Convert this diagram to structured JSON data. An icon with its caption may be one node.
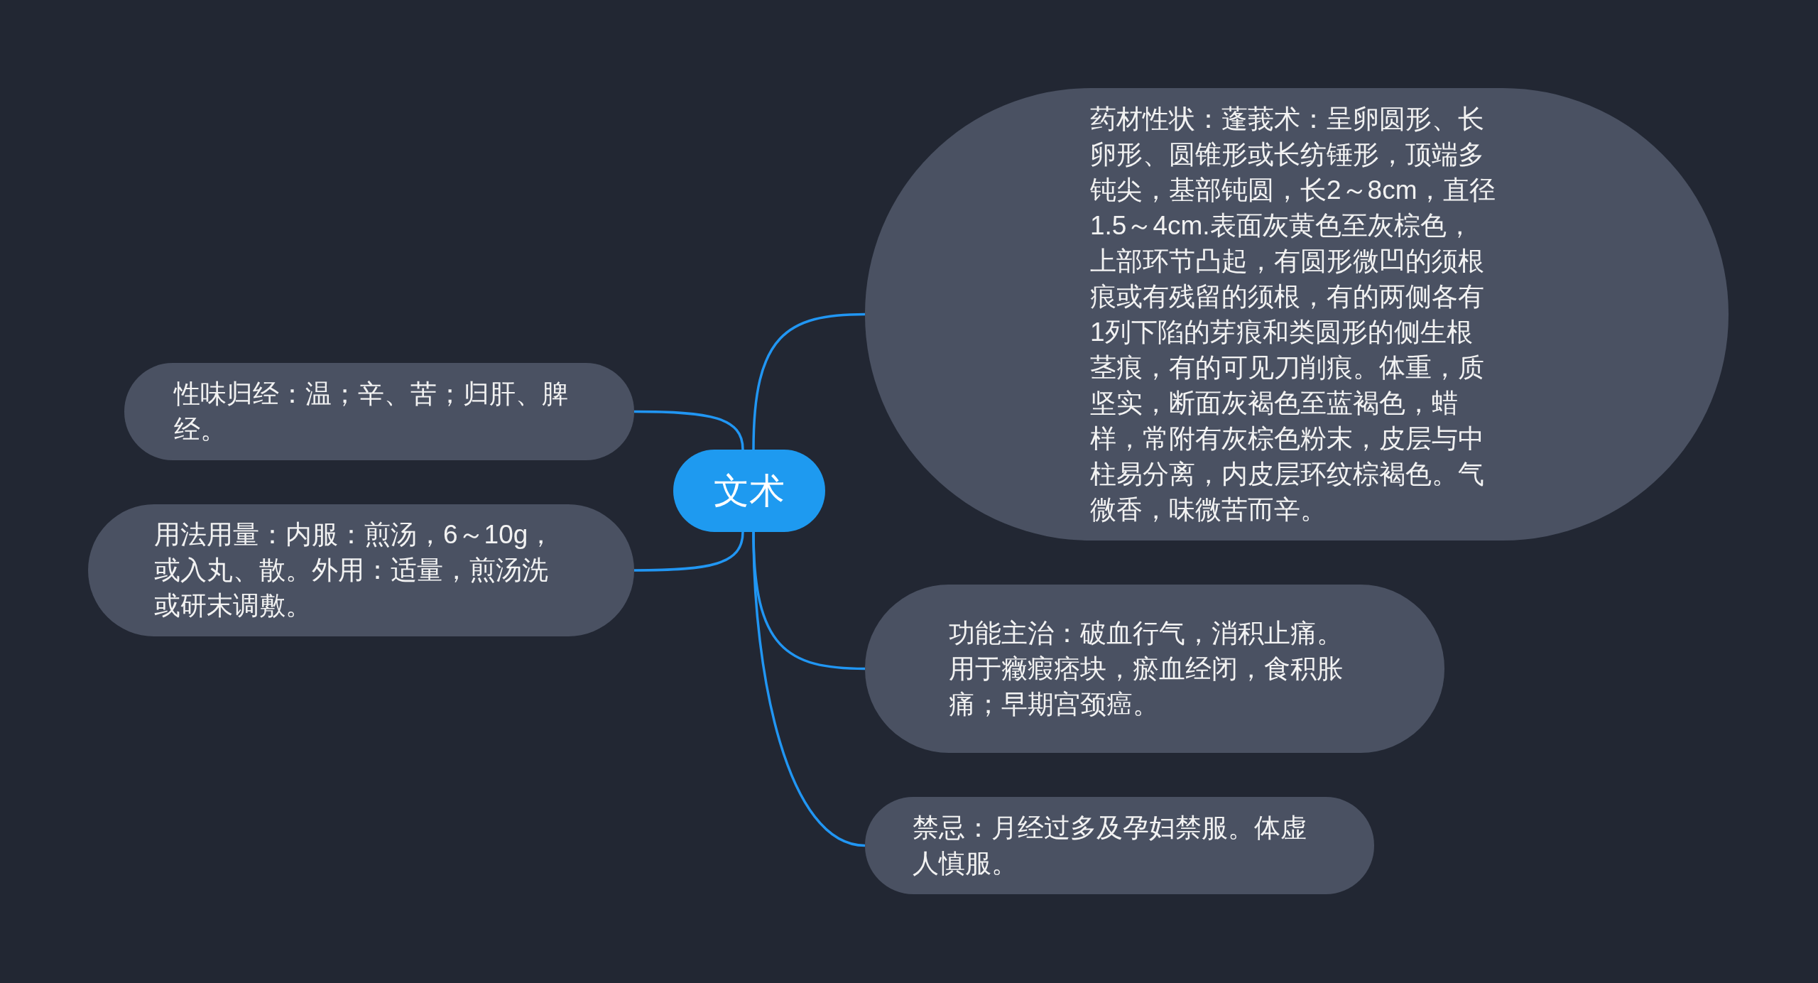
{
  "diagram": {
    "nodes": [
      {
        "text": [
          "文术"
        ]
      },
      {
        "text": [
          "药材性状：蓬莪术：呈卵圆形、长卵形、圆锥形或长纺锤形，顶端多钝尖，基部钝圆，长2～8cm，直径1.5～4cm.表面灰黄色至灰棕色，上部环节凸起，有圆形微凹的须根痕或有残留的须根，有的两侧各有1列下陷的芽痕和类圆形的侧生根茎痕，有的可见刀削痕。体重，质坚实，断面灰褐色至蓝褐色，蜡样，常附有灰棕色粉末，皮层与中柱易分离，内皮层环纹棕褐色。气微香，味微苦而辛。"
        ]
      },
      {
        "text": [
          "功能主治：破血行气，消积止痛。用于癥瘕痞块，瘀血经闭，食积胀痛；早期宫颈癌。"
        ]
      },
      {
        "text": [
          "禁忌：月经过多及孕妇禁服。体虚人慎服。"
        ]
      },
      {
        "text": [
          "性味归经：温；辛、苦；归肝、脾经。"
        ]
      },
      {
        "text": [
          "用法用量：内服：煎汤，6～10g，或入丸、散。外用：适量，煎汤洗或研末调敷。"
        ]
      }
    ],
    "edges": [
      {
        "from": 0,
        "to": 1,
        "arrow": "none"
      },
      {
        "from": 0,
        "to": 2,
        "arrow": "none"
      },
      {
        "from": 0,
        "to": 3,
        "arrow": "none"
      },
      {
        "from": 0,
        "to": 4,
        "arrow": "none"
      },
      {
        "from": 0,
        "to": 5,
        "arrow": "none"
      }
    ]
  }
}
